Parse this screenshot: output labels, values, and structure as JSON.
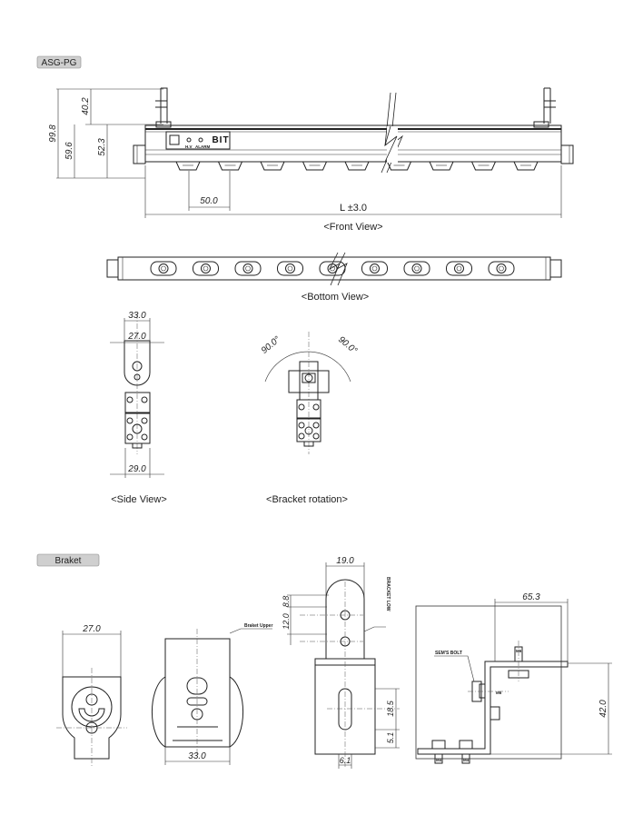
{
  "section_labels": {
    "main": "ASG-PG",
    "bracket": "Braket"
  },
  "views": {
    "front": "<Front View>",
    "bottom": "<Bottom View>",
    "side": "<Side View>",
    "rotation": "<Bracket rotation>"
  },
  "front_dims": {
    "total_h": "99.8",
    "bracket_h": "40.2",
    "body_total": "59.6",
    "body_h": "52.3",
    "pitch": "50.0",
    "length": "L ±3.0"
  },
  "side_dims": {
    "top_outer": "33.0",
    "top_inner": "27.0",
    "bottom": "29.0"
  },
  "rotation_dims": {
    "left_angle": "90.0°",
    "right_angle": "90.0°"
  },
  "logo_text": "BIT",
  "panel_labels": {
    "hv": "H.V",
    "alarm": "ALARM"
  },
  "bracket_dims": {
    "front_width": "27.0",
    "side_width": "33.0",
    "upper_label": "Braket Upper",
    "lower_label": "BRACKET LOW",
    "plate_w": "19.0",
    "d88": "8.8",
    "d12": "12.0",
    "d185": "18.5",
    "d51": "5.1",
    "d61": "6.1",
    "span": "65.3",
    "height": "42.0",
    "sems": "SEM'S BOLT",
    "m6": "M6",
    "m4": "M4"
  }
}
